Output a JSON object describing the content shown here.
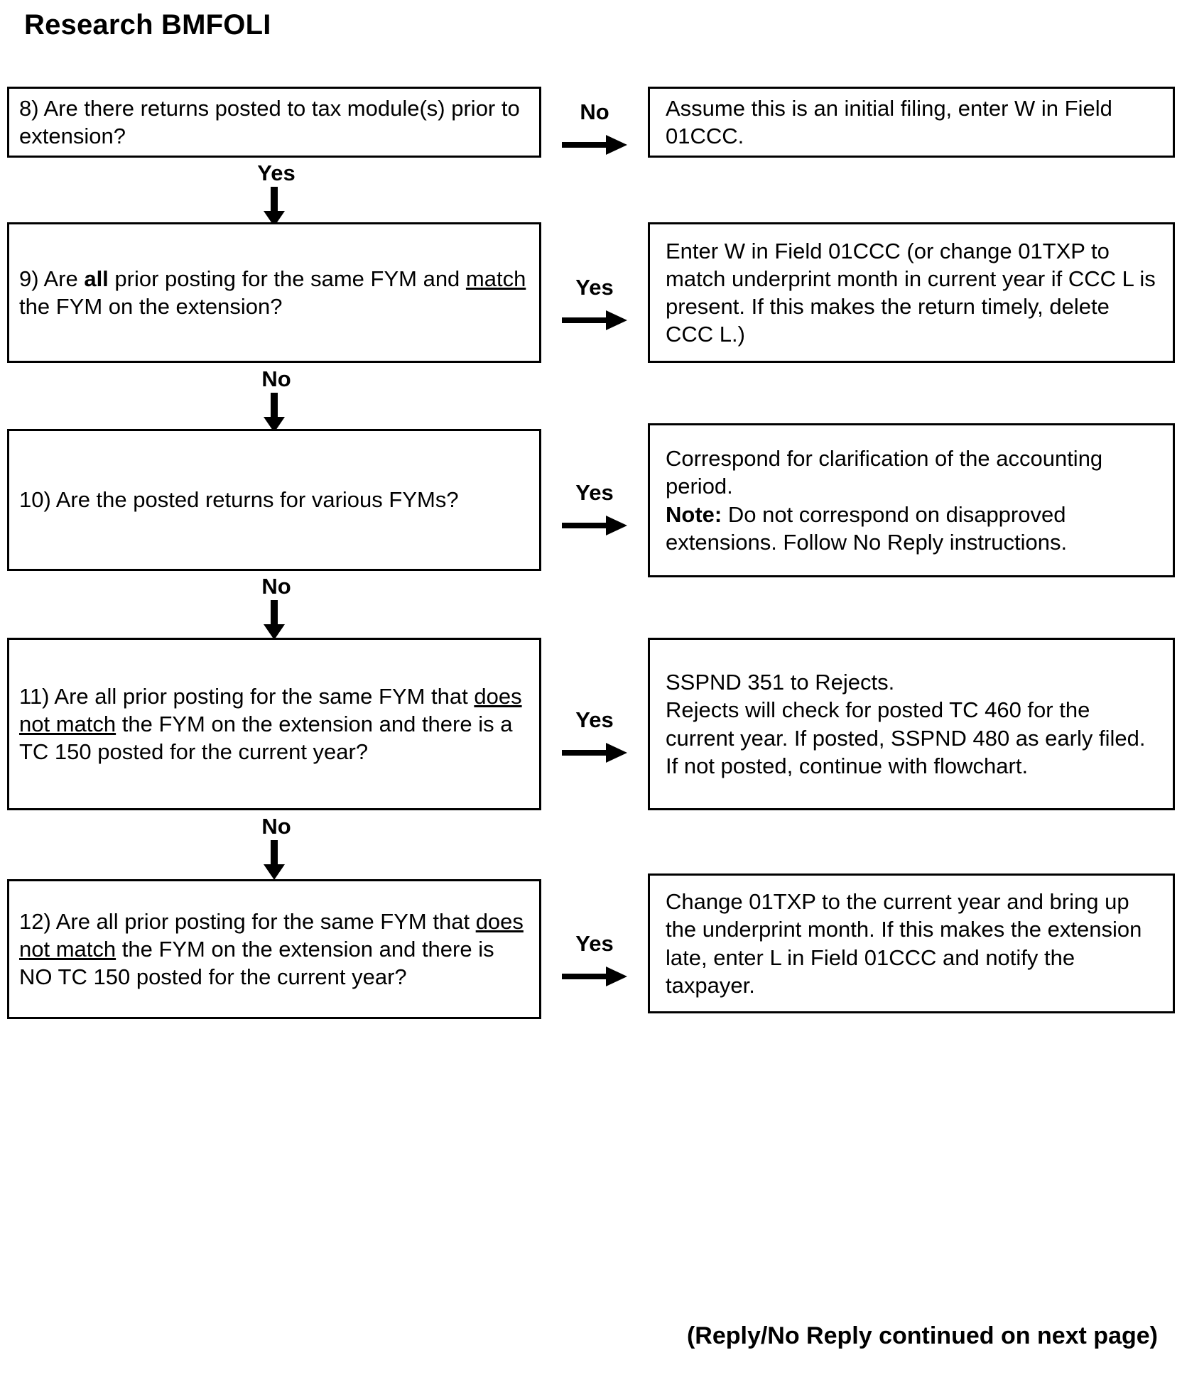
{
  "title": "Research BMFOLI",
  "footer": "(Reply/No Reply continued on next page)",
  "colors": {
    "ink": "#000000",
    "paper": "#ffffff"
  },
  "chart_data": {
    "type": "flowchart",
    "title": "Research BMFOLI",
    "orientation": "top-to-bottom with right-hand action branches",
    "nodes": [
      {
        "id": "q8",
        "kind": "decision",
        "text": "8) Are there returns posted to tax module(s) prior to extension?"
      },
      {
        "id": "a8",
        "kind": "action",
        "text": "Assume this is an initial filing, enter W in Field 01CCC."
      },
      {
        "id": "q9",
        "kind": "decision",
        "text": "9) Are all prior posting for the same FYM and match the FYM on the extension?"
      },
      {
        "id": "a9",
        "kind": "action",
        "text": "Enter W in Field 01CCC (or change 01TXP to match underprint month in current year if CCC L is present.  If this makes the return timely, delete CCC L.)"
      },
      {
        "id": "q10",
        "kind": "decision",
        "text": "10) Are the posted returns for various FYMs?"
      },
      {
        "id": "a10",
        "kind": "action",
        "text": "Correspond for clarification of the accounting period. Note: Do not correspond on disapproved extensions. Follow No Reply instructions."
      },
      {
        "id": "q11",
        "kind": "decision",
        "text": "11) Are all prior posting for the same FYM that does not match the FYM on the extension and there is a TC 150 posted for the current year?"
      },
      {
        "id": "a11",
        "kind": "action",
        "text": "SSPND 351 to Rejects. Rejects will check for posted TC 460 for the current year.  If posted, SSPND 480 as early filed.  If not posted, continue with flowchart."
      },
      {
        "id": "q12",
        "kind": "decision",
        "text": "12) Are all prior posting for the same FYM that does not match the FYM on the extension and there is NO TC 150 posted for the current year?"
      },
      {
        "id": "a12",
        "kind": "action",
        "text": "Change 01TXP to the current year and bring up the underprint month.  If this makes the extension late, enter L in Field 01CCC and notify the taxpayer."
      }
    ],
    "edges": [
      {
        "from": "q8",
        "to": "a8",
        "label": "No",
        "direction": "right"
      },
      {
        "from": "q8",
        "to": "q9",
        "label": "Yes",
        "direction": "down"
      },
      {
        "from": "q9",
        "to": "a9",
        "label": "Yes",
        "direction": "right"
      },
      {
        "from": "q9",
        "to": "q10",
        "label": "No",
        "direction": "down"
      },
      {
        "from": "q10",
        "to": "a10",
        "label": "Yes",
        "direction": "right"
      },
      {
        "from": "q10",
        "to": "q11",
        "label": "No",
        "direction": "down"
      },
      {
        "from": "q11",
        "to": "a11",
        "label": "Yes",
        "direction": "right"
      },
      {
        "from": "q11",
        "to": "q12",
        "label": "No",
        "direction": "down"
      },
      {
        "from": "q12",
        "to": "a12",
        "label": "Yes",
        "direction": "right"
      }
    ]
  },
  "rows": [
    {
      "question": {
        "number": "8)",
        "segments": [
          {
            "t": "8) Are there returns posted to tax module(s) prior to extension?",
            "style": "plain"
          }
        ]
      },
      "branch_label": "No",
      "answer": {
        "segments": [
          {
            "t": "Assume this is an initial filing, enter W in Field 01CCC.",
            "style": "plain"
          }
        ]
      },
      "down_label": "Yes"
    },
    {
      "question": {
        "number": "9)",
        "segments": [
          {
            "t": "9) Are ",
            "style": "plain"
          },
          {
            "t": "all",
            "style": "bold"
          },
          {
            "t": " prior posting for the same FYM and ",
            "style": "plain"
          },
          {
            "t": "match",
            "style": "underline"
          },
          {
            "t": " the FYM on the extension?",
            "style": "plain"
          }
        ]
      },
      "branch_label": "Yes",
      "answer": {
        "segments": [
          {
            "t": "Enter W in Field 01CCC (or change 01TXP to match underprint month in current year if CCC L is present.  If this makes the return timely, delete CCC L.)",
            "style": "plain"
          }
        ]
      },
      "down_label": "No"
    },
    {
      "question": {
        "number": "10)",
        "segments": [
          {
            "t": "10) Are the posted returns for various FYMs?",
            "style": "plain"
          }
        ]
      },
      "branch_label": "Yes",
      "answer": {
        "segments": [
          {
            "t": "Correspond for clarification of the accounting period.\n",
            "style": "plain"
          },
          {
            "t": "Note:",
            "style": "bold"
          },
          {
            "t": " Do not correspond on disapproved extensions. Follow No Reply instructions.",
            "style": "plain"
          }
        ]
      },
      "down_label": "No"
    },
    {
      "question": {
        "number": "11)",
        "segments": [
          {
            "t": "11) Are all prior posting for the same FYM that ",
            "style": "plain"
          },
          {
            "t": "does not match",
            "style": "underline"
          },
          {
            "t": " the FYM on the extension and there is a TC 150 posted for the current year?",
            "style": "plain"
          }
        ]
      },
      "branch_label": "Yes",
      "answer": {
        "segments": [
          {
            "t": "SSPND 351 to Rejects.\nRejects will check for posted TC 460 for the current year.  If posted, SSPND 480 as early filed.  If not posted, continue with flowchart.",
            "style": "plain"
          }
        ]
      },
      "down_label": "No"
    },
    {
      "question": {
        "number": "12)",
        "segments": [
          {
            "t": "12) Are all prior posting for the same FYM that ",
            "style": "plain"
          },
          {
            "t": "does not match",
            "style": "underline"
          },
          {
            "t": " the FYM on the extension and there is NO TC 150 posted for the current year?",
            "style": "plain"
          }
        ]
      },
      "branch_label": "Yes",
      "answer": {
        "segments": [
          {
            "t": "Change 01TXP to the current year and bring up the underprint month.  If this makes the extension late, enter L in Field 01CCC and notify the taxpayer.",
            "style": "plain"
          }
        ]
      },
      "down_label": null
    }
  ]
}
